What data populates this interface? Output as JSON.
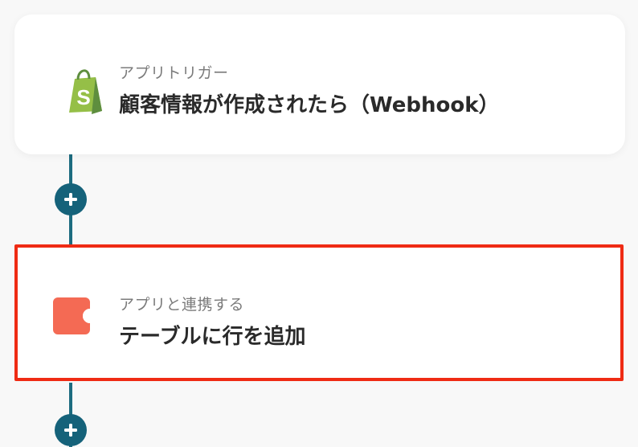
{
  "flow": {
    "steps": [
      {
        "type_label": "アプリトリガー",
        "title": "顧客情報が作成されたら（Webhook）",
        "app_icon": "shopify-icon"
      },
      {
        "type_label": "アプリと連携する",
        "title": "テーブルに行を追加",
        "app_icon": "coda-icon"
      }
    ],
    "add_button_icon": "plus-icon"
  },
  "colors": {
    "connector": "#1d6c80",
    "add_button": "#15627a",
    "highlight_border": "#ef2b14",
    "shopify_green": "#95bf47",
    "coda_orange": "#f46a54"
  }
}
